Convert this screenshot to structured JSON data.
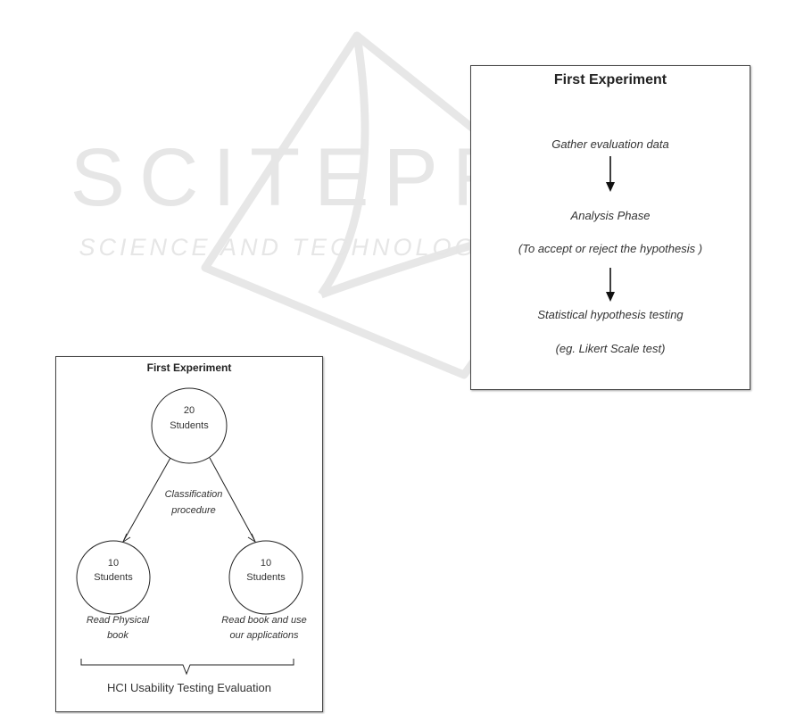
{
  "watermark": {
    "title": "SCITEPRESS",
    "subtitle": "SCIENCE AND TECHNOLOGY PUBLICATIONS"
  },
  "flow_panel": {
    "title": "First Experiment",
    "step1": "Gather evaluation data",
    "step2": "Analysis Phase",
    "step2_note": "(To accept or reject the hypothesis )",
    "step3": "Statistical hypothesis testing",
    "step3_note": "(eg. Likert Scale test)"
  },
  "tree_panel": {
    "title": "First Experiment",
    "root_count": "20",
    "root_label": "Students",
    "split_label_line1": "Classification",
    "split_label_line2": "procedure",
    "left_count": "10",
    "left_label": "Students",
    "left_note_line1": "Read Physical",
    "left_note_line2": "book",
    "right_count": "10",
    "right_label": "Students",
    "right_note_line1": "Read book and use",
    "right_note_line2": "our applications",
    "footer": "HCI Usability Testing Evaluation"
  }
}
